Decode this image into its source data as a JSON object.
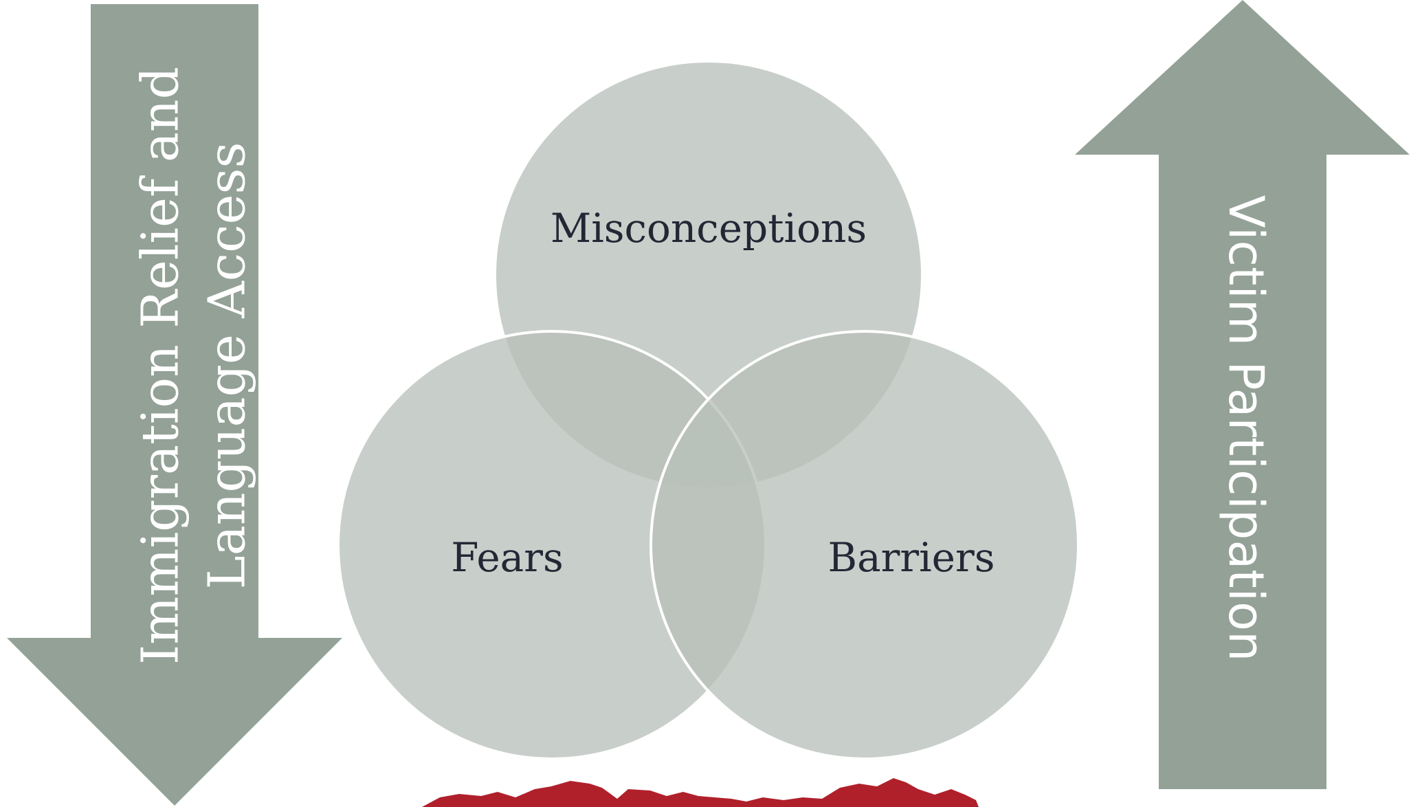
{
  "left_arrow": {
    "direction": "down",
    "line1": "Immigration Relief and",
    "line2": "Language Access"
  },
  "right_arrow": {
    "direction": "up",
    "label": "Victim Participation"
  },
  "venn": {
    "circles": [
      {
        "id": "misconceptions",
        "label": "Misconceptions"
      },
      {
        "id": "fears",
        "label": "Fears"
      },
      {
        "id": "barriers",
        "label": "Barriers"
      }
    ]
  },
  "colors": {
    "arrow_fill": "#93a197",
    "circle_fill": "#c8cec9",
    "circle_stroke": "#ffffff",
    "label_text": "#232735",
    "arrow_text": "#ffffff",
    "red_shape": "#b0202b"
  }
}
